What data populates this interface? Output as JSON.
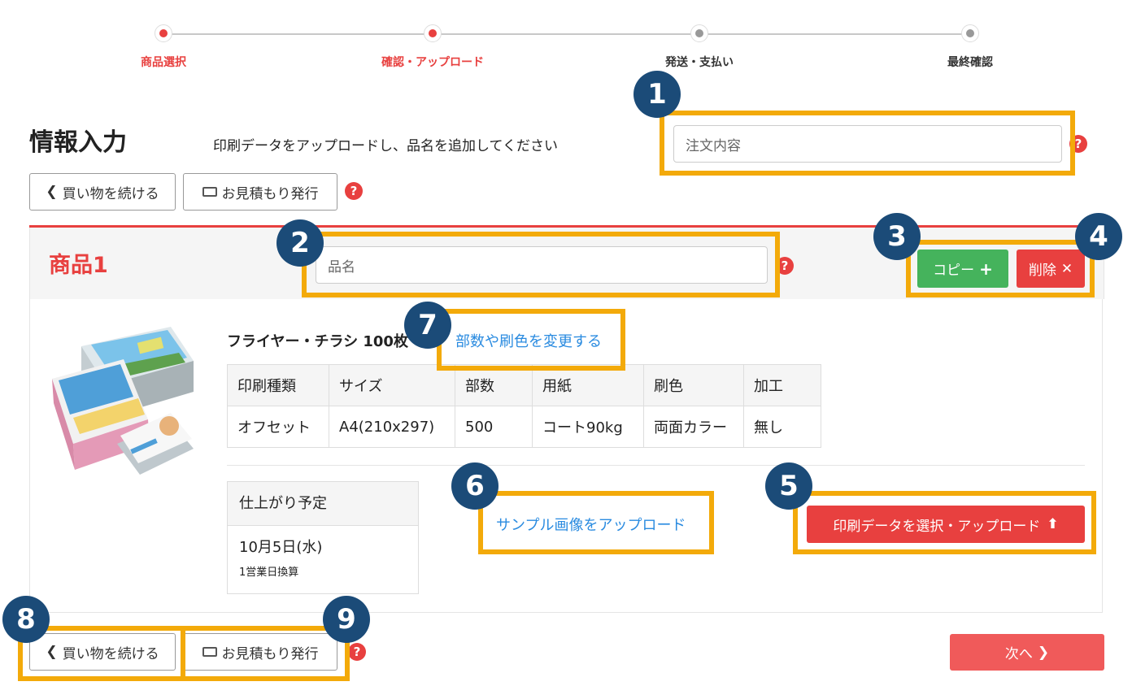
{
  "steps": [
    {
      "label": "商品選択",
      "state": "done",
      "color": "#e8403f"
    },
    {
      "label": "確認・アップロード",
      "state": "current",
      "color": "#e8403f"
    },
    {
      "label": "発送・支払い",
      "state": "todo",
      "color": "#999999"
    },
    {
      "label": "最終確認",
      "state": "todo",
      "color": "#999999"
    }
  ],
  "page": {
    "title": "情報入力",
    "subtitle": "印刷データをアップロードし、品名を追加してください",
    "order_placeholder": "注文内容"
  },
  "toolbar_top": {
    "continue_label": "買い物を続ける",
    "estimate_label": "お見積もり発行"
  },
  "product": {
    "title": "商品1",
    "name_placeholder": "品名",
    "copy_label": "コピー",
    "delete_label": "削除",
    "description": "フライヤー・チラシ 100枚",
    "change_link": "部数や刷色を変更する",
    "spec_headers": [
      "印刷種類",
      "サイズ",
      "部数",
      "用紙",
      "刷色",
      "加工"
    ],
    "spec_values": [
      "オフセット",
      "A4(210x297)",
      "500",
      "コート90kg",
      "両面カラー",
      "無し"
    ],
    "finish_header": "仕上がり予定",
    "finish_date": "10月5日(水)",
    "finish_note": "1営業日換算",
    "sample_upload_link": "サンプル画像をアップロード",
    "upload_label": "印刷データを選択・アップロード"
  },
  "toolbar_bottom": {
    "continue_label": "買い物を続ける",
    "estimate_label": "お見積もり発行",
    "next_label": "次へ"
  },
  "annotations": [
    "1",
    "2",
    "3",
    "4",
    "5",
    "6",
    "7",
    "8",
    "9"
  ],
  "colors": {
    "accent": "#e8403f",
    "green": "#45b35c",
    "link": "#2a8be0",
    "highlight": "#f3aa0a",
    "badge": "#1b4b78"
  }
}
